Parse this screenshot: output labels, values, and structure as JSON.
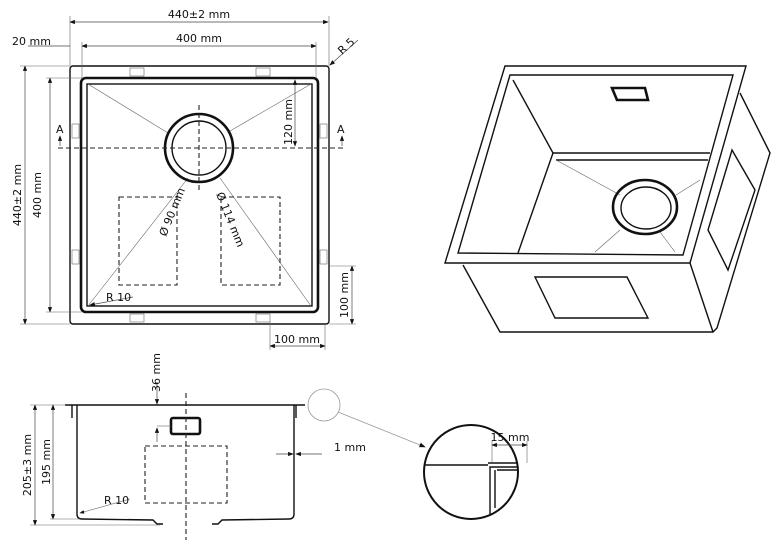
{
  "top_view": {
    "overall_width": "440±2 mm",
    "inner_width": "400 mm",
    "flange": "20 mm",
    "corner_radius_outer": "R 5",
    "overall_height": "440±2 mm",
    "inner_height": "400 mm",
    "drain_offset": "120 mm",
    "drain_inner_diameter": "Ø 90 mm",
    "drain_outer_diameter": "Ø 114 mm",
    "inner_radius": "R 10",
    "section_marker": "A",
    "bracket_offset_vertical": "100 mm",
    "bracket_offset_horizontal": "100 mm"
  },
  "section_view": {
    "overall_depth": "205±3 mm",
    "bowl_depth": "195 mm",
    "overflow_offset": "36 mm",
    "wall_thickness": "1 mm",
    "bottom_radius": "R 10"
  },
  "detail_view": {
    "flange_width": "15 mm"
  }
}
